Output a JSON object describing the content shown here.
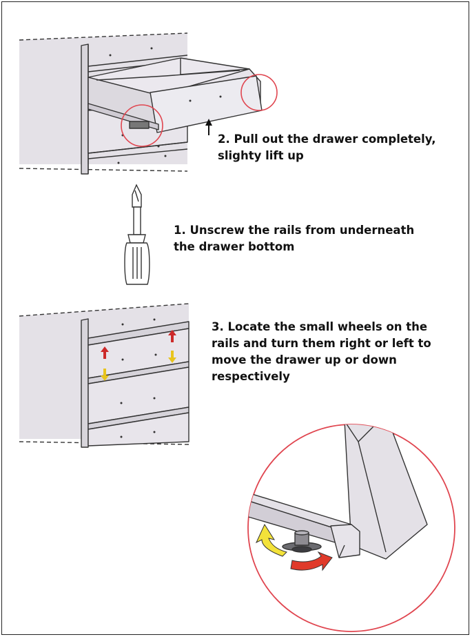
{
  "colors": {
    "panel_fill": "#e4e1e7",
    "outline": "#333333",
    "callout_circle": "#e0454f",
    "arrow_up_red": "#cc2a2a",
    "arrow_down_yellow": "#e8c41c",
    "arrow_yellow": "#f3e23a",
    "arrow_red": "#e03a2a"
  },
  "steps": [
    {
      "lines": [
        "2. Pull out the drawer completely,",
        "slighty lift up"
      ]
    },
    {
      "lines": [
        "1. Unscrew the rails from underneath",
        "the drawer bottom"
      ]
    },
    {
      "lines": [
        "3. Locate the small wheels on the",
        "rails and turn them right or left to",
        "move the drawer up or down",
        "respectively"
      ]
    }
  ],
  "icons": [
    "drawer-pulled-out-illustration",
    "screwdriver-icon",
    "drawer-stack-illustration",
    "rail-wheel-detail-illustration"
  ]
}
